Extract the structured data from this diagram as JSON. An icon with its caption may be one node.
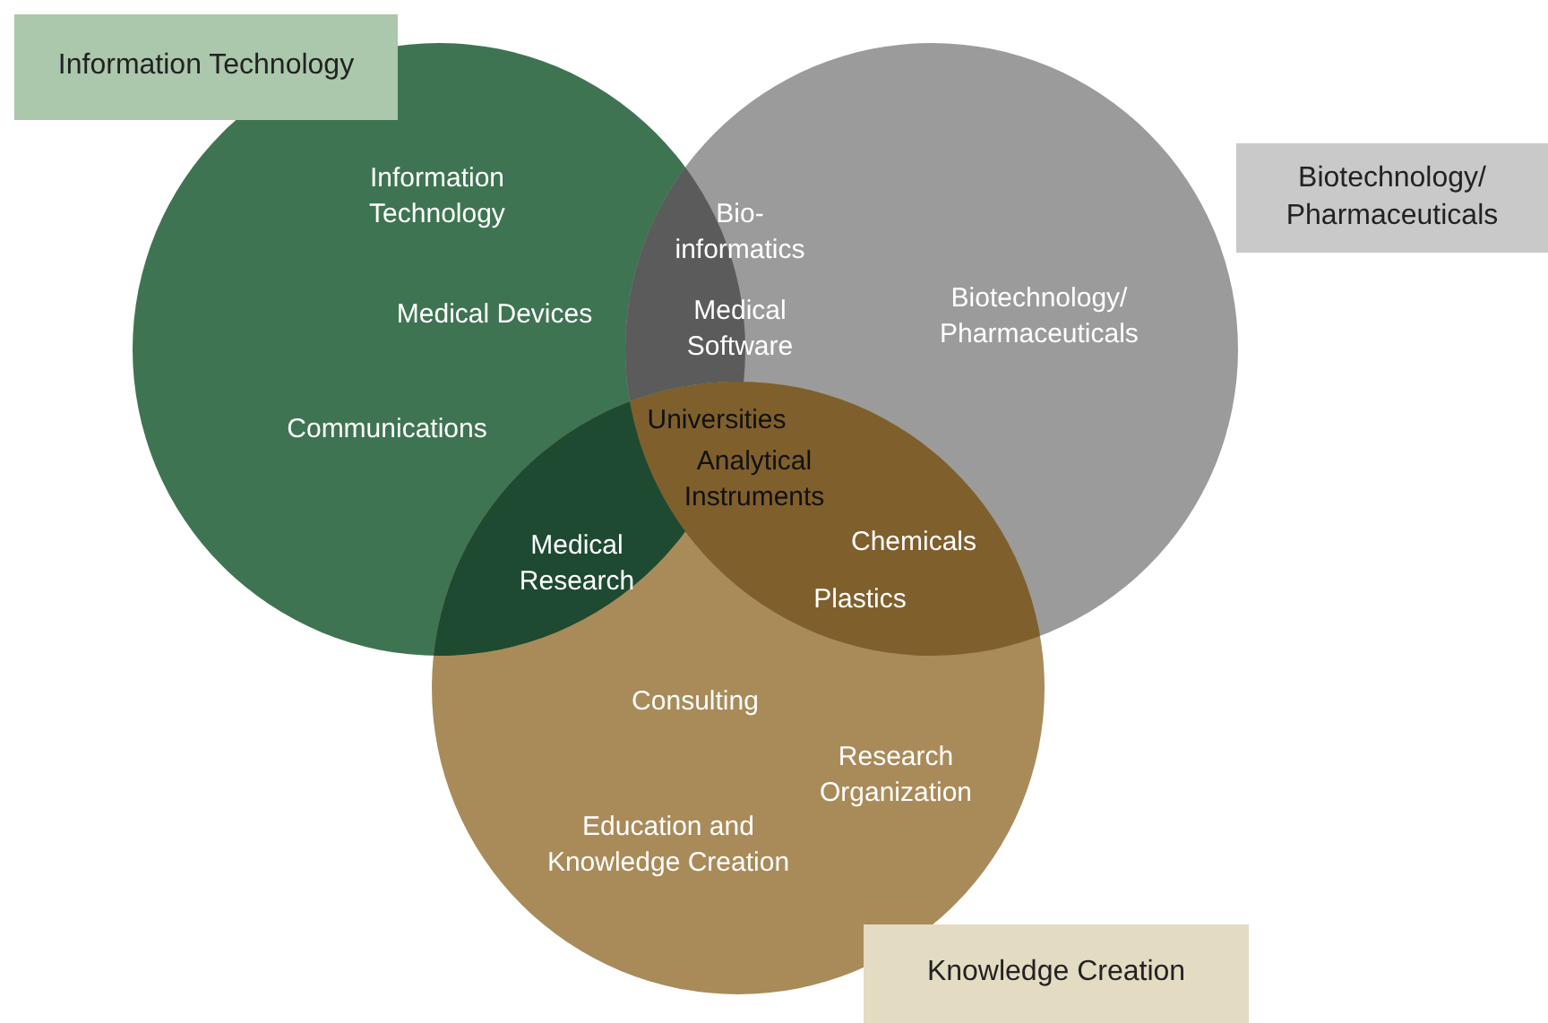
{
  "diagram": {
    "nodes": [
      {
        "text": [
          "Information Technology"
        ]
      },
      {
        "text": [
          "Biotechnology/ Pharmaceuticals"
        ]
      },
      {
        "text": [
          "Knowledge Creation"
        ]
      },
      {
        "text": [
          "Information Technology",
          "Medical Devices",
          "Communications"
        ]
      },
      {
        "text": [
          "Biotechnology/ Pharmaceuticals"
        ]
      },
      {
        "text": [
          "Consulting",
          "Research Organization",
          "Education and Knowledge Creation"
        ]
      },
      {
        "text": [
          "Bio- informatics",
          "Medical Software"
        ]
      },
      {
        "text": [
          "Universities",
          "Analytical Instruments"
        ]
      },
      {
        "text": [
          "Medical Research"
        ]
      },
      {
        "text": [
          "Chemicals",
          "Plastics"
        ]
      }
    ],
    "edges": []
  }
}
